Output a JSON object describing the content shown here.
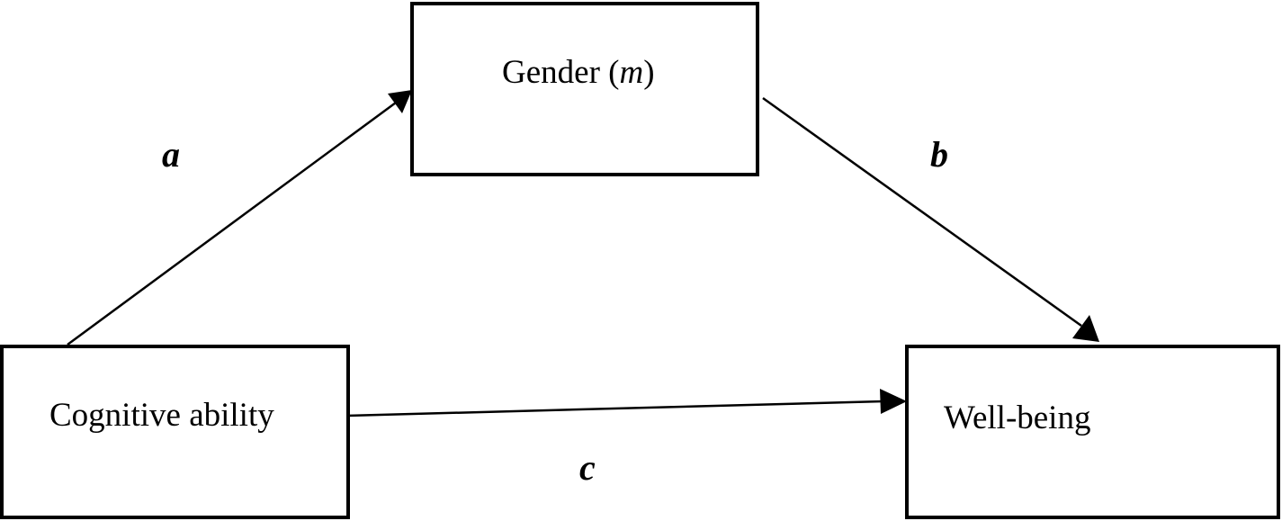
{
  "nodes": {
    "mediator": {
      "label_prefix": "Gender (",
      "label_var": "m",
      "label_suffix": ")"
    },
    "predictor": {
      "label": "Cognitive ability"
    },
    "outcome": {
      "label": "Well-being"
    }
  },
  "paths": {
    "a": "a",
    "b": "b",
    "c": "c"
  },
  "colors": {
    "stroke": "#000000",
    "background": "#ffffff"
  }
}
